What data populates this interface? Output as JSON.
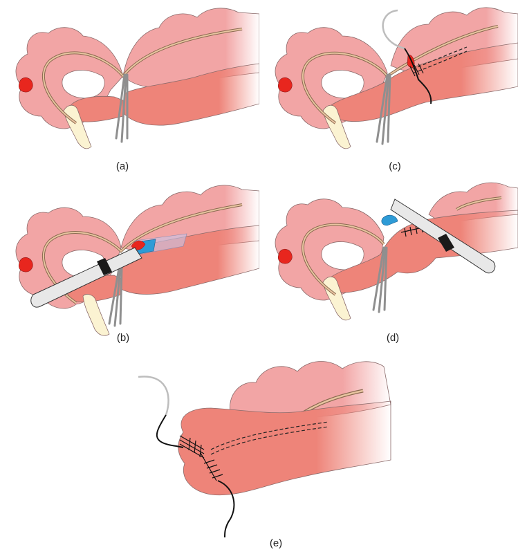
{
  "figure": {
    "panels": [
      {
        "id": "a",
        "label": "(a)"
      },
      {
        "id": "b",
        "label": "(b)"
      },
      {
        "id": "c",
        "label": "(c)"
      },
      {
        "id": "d",
        "label": "(d)"
      },
      {
        "id": "e",
        "label": "(e)"
      }
    ],
    "colors": {
      "mesentery": "#f2a5a5",
      "mesentery_edge": "#8a6a6a",
      "bowel": "#ee8479",
      "bowel_dark": "#e86e68",
      "vessel": "#e8c4a0",
      "vessel_edge": "#8a6a50",
      "fat": "#fbf3d2",
      "lesion": "#e8261e",
      "clamp": "#8f8f8f",
      "stapler_body": "#e8e8e8",
      "stapler_band": "#1a1a1a",
      "stapler_jaw": "#2e9bd6",
      "suture": "#111111",
      "needle": "#bdbdbd"
    }
  }
}
